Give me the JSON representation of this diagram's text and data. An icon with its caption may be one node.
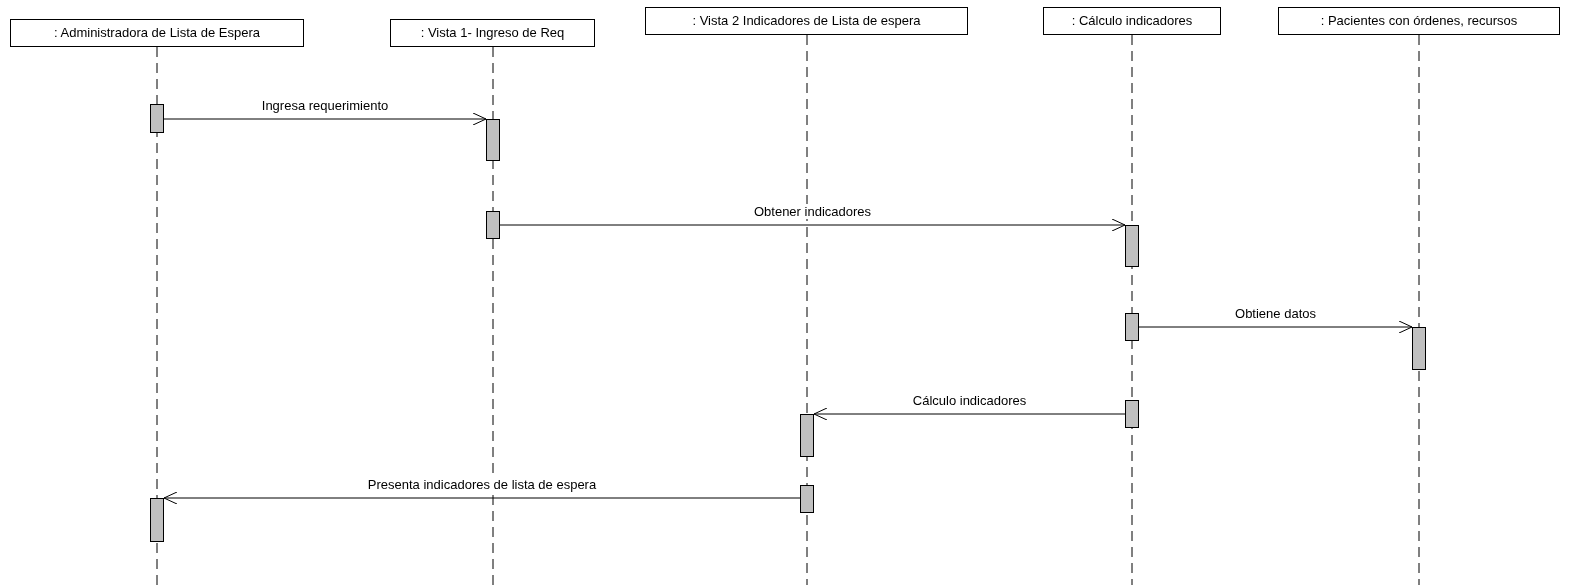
{
  "diagram": {
    "nodes": [
      {
        "text": [
          ": Administradora de Lista de Espera"
        ]
      },
      {
        "text": [
          ": Vista 1- Ingreso de Req"
        ]
      },
      {
        "text": [
          ": Vista 2 Indicadores de Lista de espera"
        ]
      },
      {
        "text": [
          ": Cálculo indicadores"
        ]
      },
      {
        "text": [
          ": Pacientes con órdenes, recursos"
        ]
      },
      {
        "text": [],
        "shape": "bar"
      },
      {
        "text": [],
        "shape": "bar"
      },
      {
        "text": [],
        "shape": "bar"
      },
      {
        "text": [],
        "shape": "bar"
      },
      {
        "text": [],
        "shape": "bar"
      },
      {
        "text": [],
        "shape": "bar"
      },
      {
        "text": [],
        "shape": "bar"
      },
      {
        "text": [],
        "shape": "bar"
      },
      {
        "text": [],
        "shape": "bar"
      },
      {
        "text": [],
        "shape": "bar"
      }
    ],
    "edges": [
      {
        "from": 5,
        "to": 6,
        "arrow": "to",
        "label": "Ingresa requerimiento"
      },
      {
        "from": 7,
        "to": 8,
        "arrow": "to",
        "label": "Obtener indicadores"
      },
      {
        "from": 9,
        "to": 10,
        "arrow": "to",
        "label": "Obtiene datos"
      },
      {
        "from": 11,
        "to": 12,
        "arrow": "to",
        "label": "Cálculo indicadores"
      },
      {
        "from": 13,
        "to": 14,
        "arrow": "to",
        "label": "Presenta indicadores de lista de espera"
      }
    ]
  }
}
